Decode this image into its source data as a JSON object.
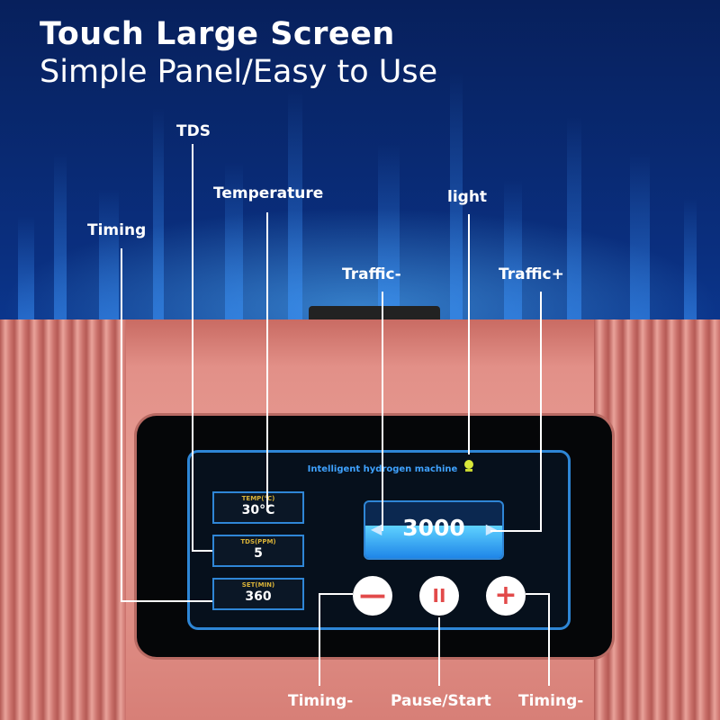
{
  "headline": {
    "title": "Touch Large Screen",
    "subtitle": "Simple Panel/Easy to Use"
  },
  "panel": {
    "title": "Intelligent hydrogen machine",
    "stats": [
      {
        "label": "TEMP(°C)",
        "value": "30°C"
      },
      {
        "label": "TDS(PPM)",
        "value": "5"
      },
      {
        "label": "SET(MIN)",
        "value": "360"
      }
    ],
    "flow_value": "3000",
    "buttons": [
      {
        "name": "minus",
        "glyph": "—"
      },
      {
        "name": "pause",
        "glyph": "II"
      },
      {
        "name": "plus",
        "glyph": "+"
      }
    ]
  },
  "callouts": {
    "tds": "TDS",
    "temperature": "Temperature",
    "timing": "Timing",
    "light": "light",
    "traffic_minus": "Traffic-",
    "traffic_plus": "Traffic+",
    "timing_minus": "Timing-",
    "pause_start": "Pause/Start",
    "timing_minus_2": "Timing-"
  },
  "colors": {
    "accent": "#2f86d6",
    "button_glyph": "#e24a4a",
    "stat_label": "#d9b238"
  }
}
